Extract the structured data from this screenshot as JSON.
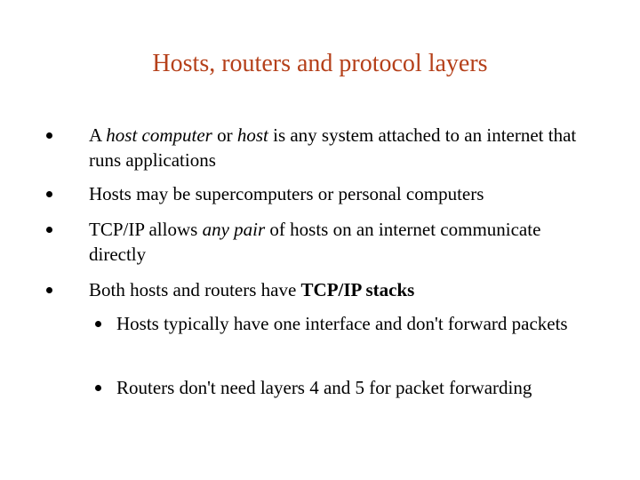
{
  "slide": {
    "title": "Hosts, routers and protocol layers",
    "title_color": "#b5401a",
    "bullet_icon": "filled-circle-bullet",
    "bullets": [
      {
        "level": 1,
        "segments": [
          {
            "text": "A ",
            "style": "normal"
          },
          {
            "text": "host computer",
            "style": "italic"
          },
          {
            "text": " or ",
            "style": "normal"
          },
          {
            "text": "host",
            "style": "italic"
          },
          {
            "text": " is any system attached to an internet that runs applications",
            "style": "normal"
          }
        ]
      },
      {
        "level": 1,
        "segments": [
          {
            "text": "Hosts may be supercomputers or personal computers",
            "style": "normal"
          }
        ]
      },
      {
        "level": 1,
        "segments": [
          {
            "text": "TCP/IP allows ",
            "style": "normal"
          },
          {
            "text": "any pair",
            "style": "italic"
          },
          {
            "text": " of hosts on an internet communicate directly",
            "style": "normal"
          }
        ]
      },
      {
        "level": 1,
        "segments": [
          {
            "text": "Both hosts and routers have ",
            "style": "normal"
          },
          {
            "text": "TCP/IP stacks",
            "style": "bold"
          }
        ]
      },
      {
        "level": 2,
        "segments": [
          {
            "text": "Hosts typically have one interface and don't forward packets",
            "style": "normal"
          }
        ]
      },
      {
        "level": 2,
        "segments": [
          {
            "text": "Routers don't need layers 4 and 5 for packet forwarding",
            "style": "normal"
          }
        ]
      }
    ]
  }
}
